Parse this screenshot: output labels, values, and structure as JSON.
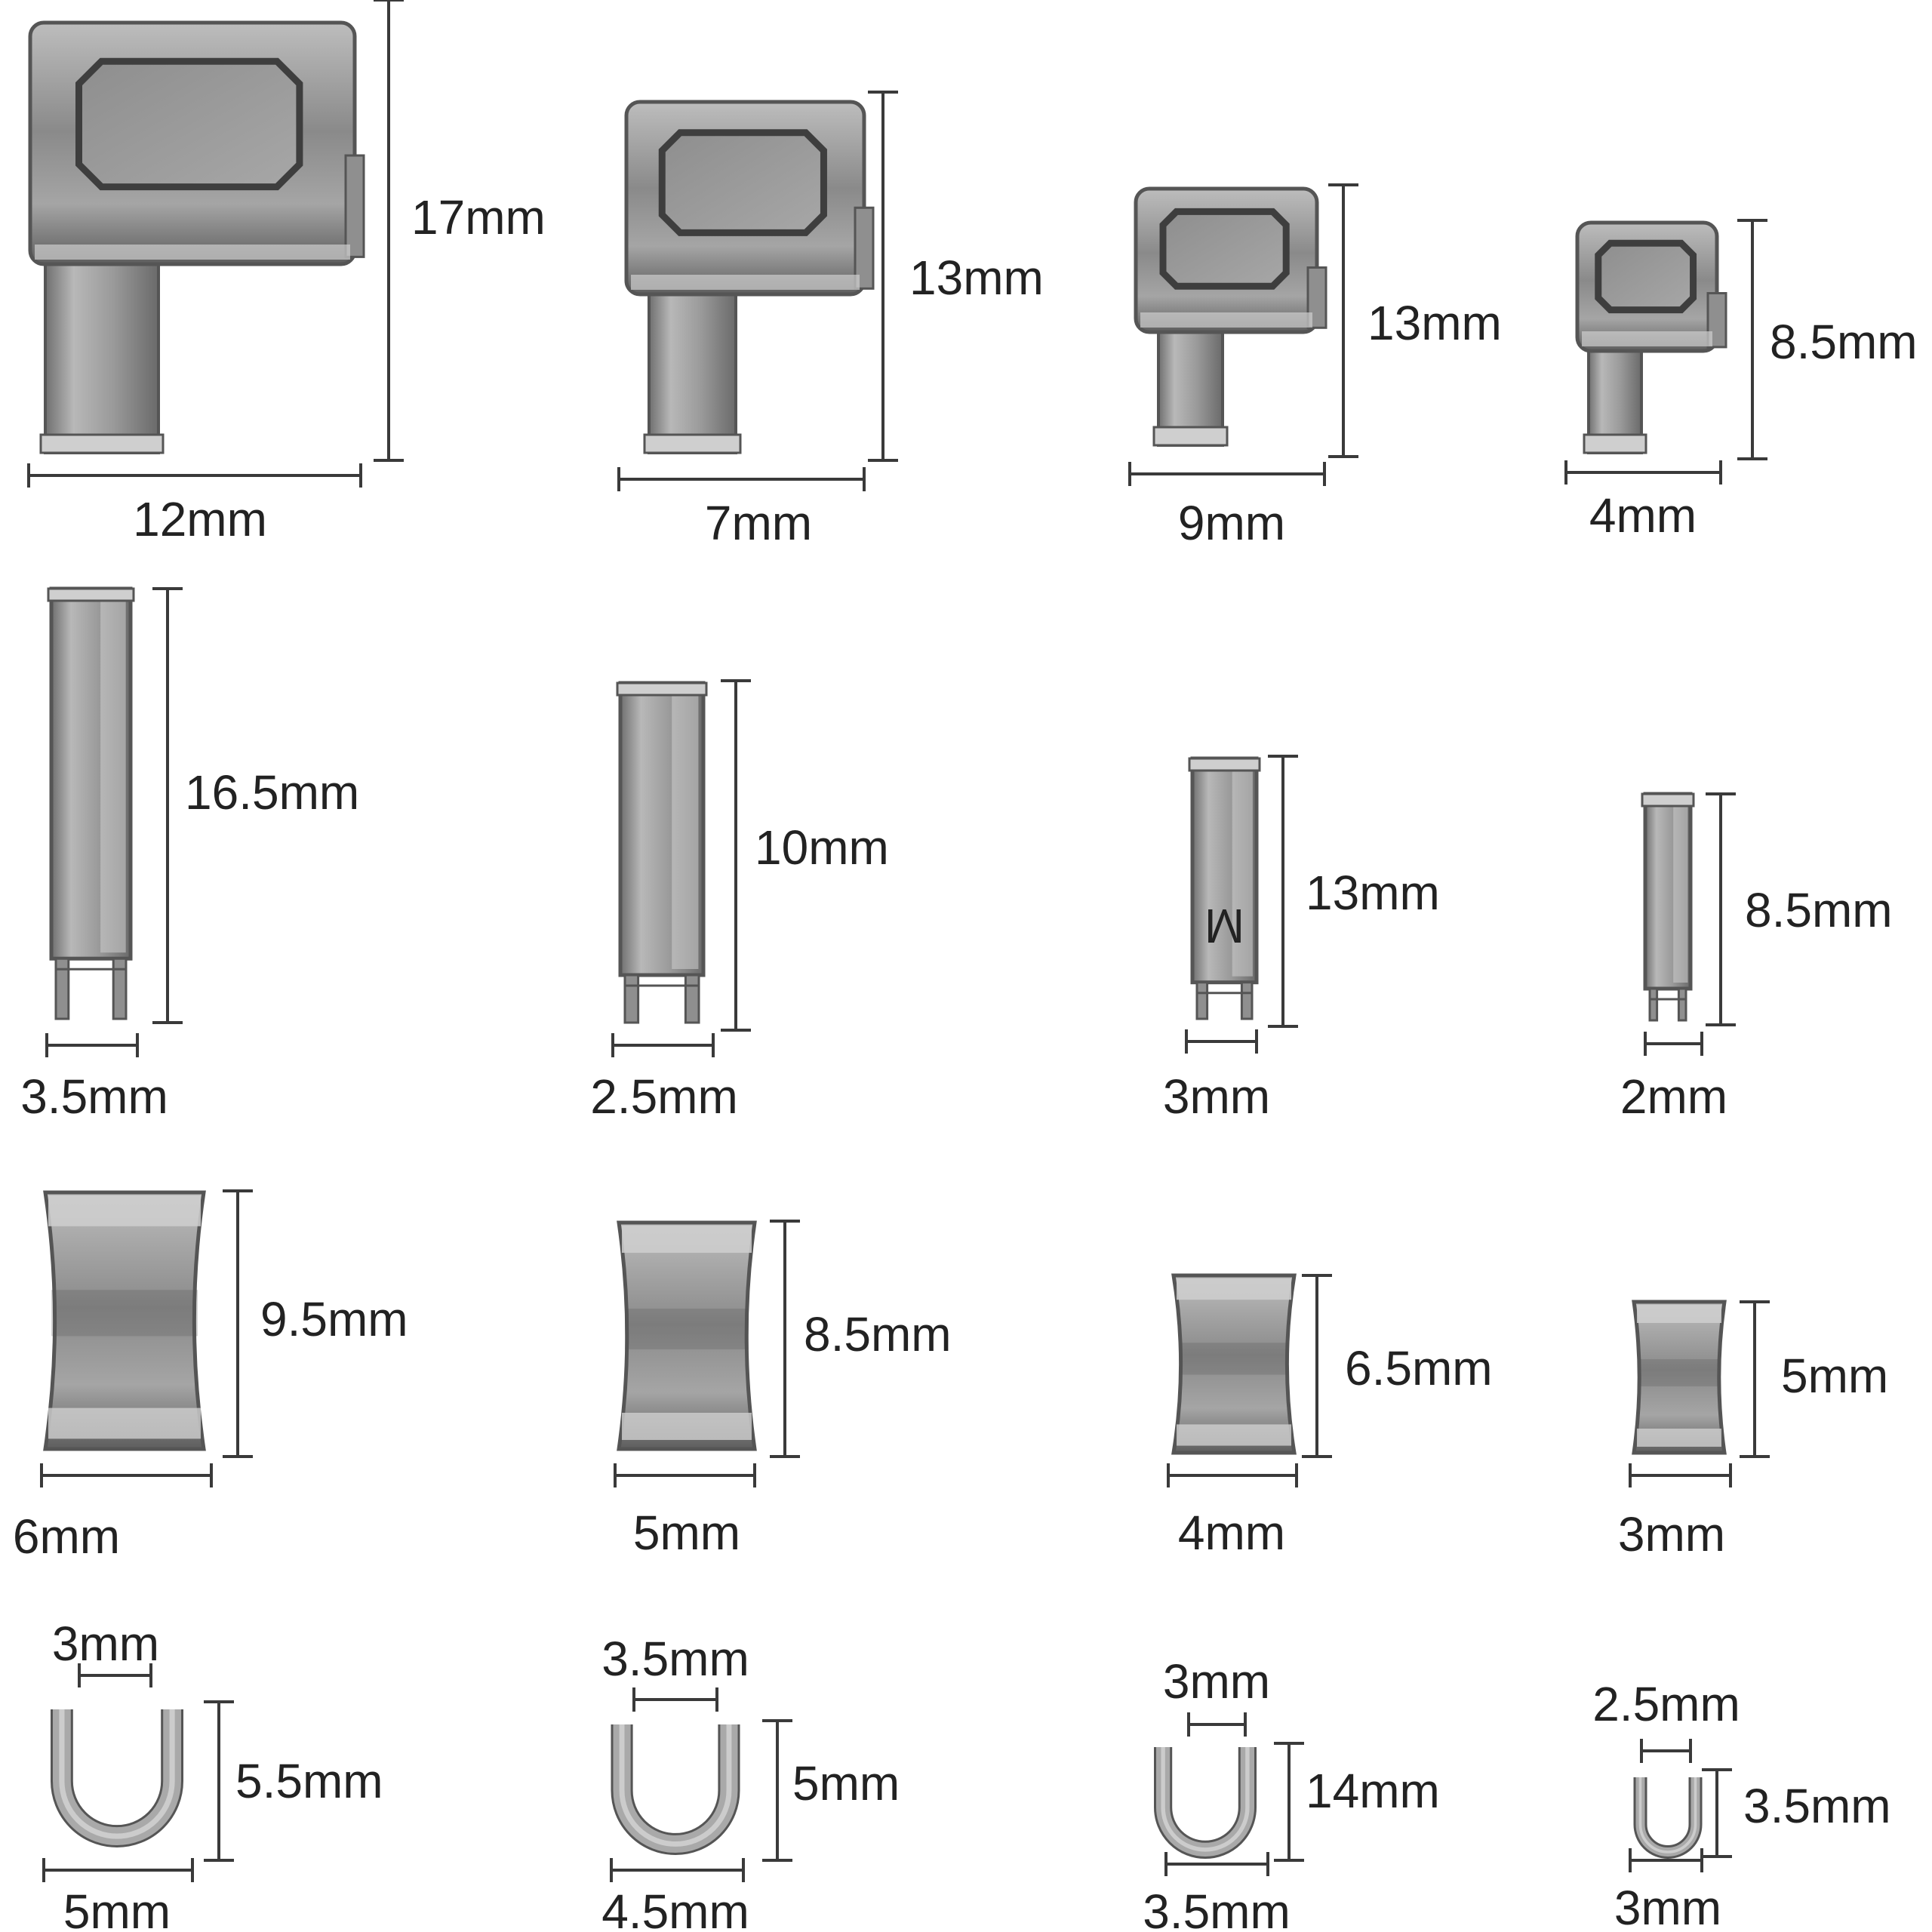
{
  "colors": {
    "metal_base": "#8f8f8f",
    "metal_mid": "#a9a9a9",
    "metal_light": "#cfcfcf",
    "metal_dark": "#555555",
    "dimension_line": "#3a3a3a",
    "text": "#222222"
  },
  "rows": [
    {
      "part": "pin-box",
      "items": [
        {
          "height": "17mm",
          "width": "12mm"
        },
        {
          "height": "13mm",
          "width": "7mm"
        },
        {
          "height": "13mm",
          "width": "9mm"
        },
        {
          "height": "8.5mm",
          "width": "4mm"
        }
      ]
    },
    {
      "part": "insertion-pin",
      "items": [
        {
          "height": "16.5mm",
          "width": "3.5mm",
          "mark": ""
        },
        {
          "height": "10mm",
          "width": "2.5mm",
          "mark": ""
        },
        {
          "height": "13mm",
          "width": "3mm",
          "mark": "M"
        },
        {
          "height": "8.5mm",
          "width": "2mm",
          "mark": ""
        }
      ]
    },
    {
      "part": "top-stop",
      "items": [
        {
          "height": "9.5mm",
          "width": "6mm"
        },
        {
          "height": "8.5mm",
          "width": "5mm"
        },
        {
          "height": "6.5mm",
          "width": "4mm"
        },
        {
          "height": "5mm",
          "width": "3mm"
        }
      ]
    },
    {
      "part": "bottom-stop-u",
      "items": [
        {
          "inner": "3mm",
          "height": "5.5mm",
          "width": "5mm"
        },
        {
          "inner": "3.5mm",
          "height": "5mm",
          "width": "4.5mm"
        },
        {
          "inner": "3mm",
          "height": "14mm",
          "width": "3.5mm"
        },
        {
          "inner": "2.5mm",
          "height": "3.5mm",
          "width": "3mm"
        }
      ]
    }
  ]
}
